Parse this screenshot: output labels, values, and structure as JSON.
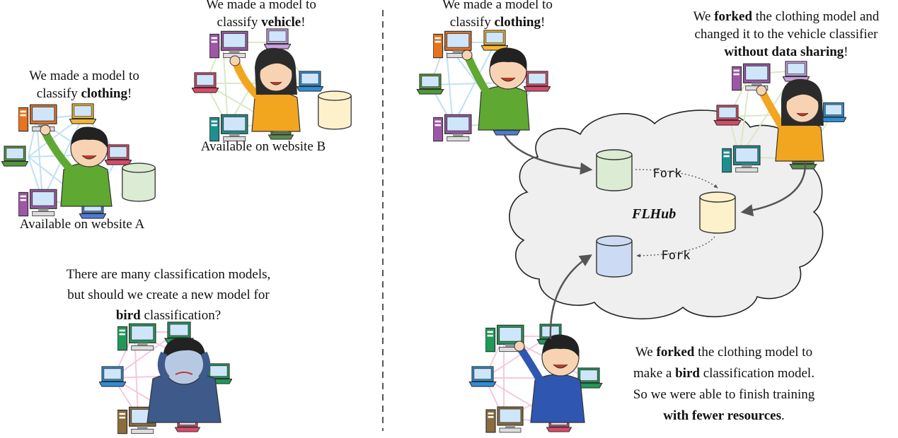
{
  "left_panel": {
    "clothing_team": {
      "line1": "We made a model to",
      "line2_prefix": "classify ",
      "line2_bold": "clothing",
      "line2_suffix": "!",
      "availability": "Available on website A"
    },
    "vehicle_team": {
      "line1": "We made a model to",
      "line2_prefix": "classify ",
      "line2_bold": "vehicle",
      "line2_suffix": "!",
      "availability": "Available on website B"
    },
    "bird_question": {
      "line1": "There are many classification models,",
      "line2": "but should we create a new model for",
      "line3_bold": "bird",
      "line3_suffix": " classification?"
    }
  },
  "right_panel": {
    "clothing_team": {
      "line1": "We made a model to",
      "line2_prefix": "classify ",
      "line2_bold": "clothing",
      "line2_suffix": "!"
    },
    "vehicle_fork": {
      "line1_prefix": "We ",
      "line1_bold": "forked",
      "line1_suffix": " the clothing model and",
      "line2": "changed it to the vehicle classifier",
      "line3_bold": "without data sharing",
      "line3_suffix": "!"
    },
    "bird_fork": {
      "line1_prefix": "We ",
      "line1_bold": "forked",
      "line1_suffix": " the clothing model to",
      "line2_prefix": "make a ",
      "line2_bold": "bird",
      "line2_suffix": " classification model.",
      "line3": "So we were able to finish training",
      "line4_bold": "with fewer resources",
      "line4_suffix": "."
    },
    "hub": {
      "name": "FLHub",
      "fork_label_1": "Fork",
      "fork_label_2": "Fork"
    }
  },
  "colors": {
    "green_db": "#dcebd3",
    "yellow_db": "#fdf1cc",
    "blue_db": "#cddaf3",
    "cloud_fill": "#efefef",
    "cloud_stroke": "#222222",
    "divider": "#555555",
    "edge_blue": "#bfe0f4",
    "edge_green": "#d9e8c4",
    "edge_pink": "#f5c9de",
    "shirt_green": "#5fa831",
    "shirt_yellow": "#f2a51f",
    "shirt_blue": "#2f56b0",
    "shirt_grey": "#3d5a8a"
  }
}
